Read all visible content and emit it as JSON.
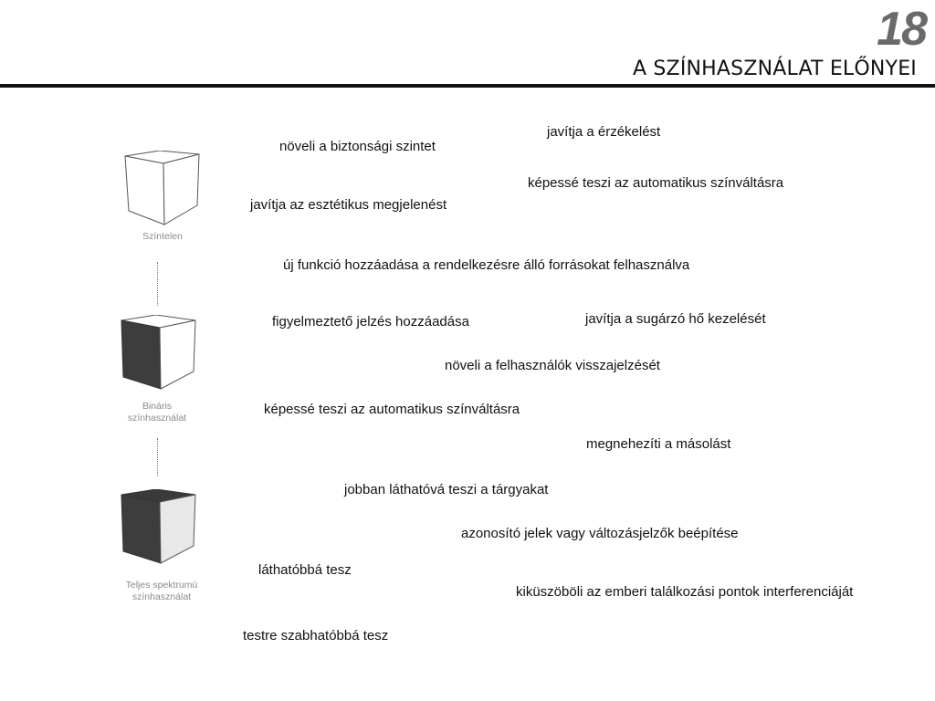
{
  "slide": {
    "page_number": "18",
    "title": "A SZÍNHASZNÁLAT ELŐNYEI"
  },
  "levels": [
    {
      "caption": "Színtelen"
    },
    {
      "caption_line1": "Bináris",
      "caption_line2": "színhasználat"
    },
    {
      "caption_line1": "Teljes spektrumú",
      "caption_line2": "színhasználat"
    }
  ],
  "benefits": [
    "javítja a érzékelést",
    "növeli a biztonsági szintet",
    "képessé teszi az automatikus színváltásra",
    "javítja az esztétikus megjelenést",
    "új funkció hozzáadása a rendelkezésre álló forrásokat felhasználva",
    "javítja a sugárzó hő kezelését",
    "figyelmeztető jelzés hozzáadása",
    "növeli a felhasználók visszajelzését",
    "képessé teszi az automatikus színváltásra",
    "megnehezíti a másolást",
    "jobban láthatóvá teszi a tárgyakat",
    "azonosító jelek vagy változásjelzők beépítése",
    "láthatóbbá tesz",
    "kiküszöböli az emberi találkozási pontok interferenciáját",
    "testre szabhatóbbá tesz"
  ],
  "colors": {
    "cube_dark": "#3d3d3d",
    "cube_light": "#e8e8e8",
    "page_number": "#6a6a6a",
    "rule": "#111111"
  }
}
